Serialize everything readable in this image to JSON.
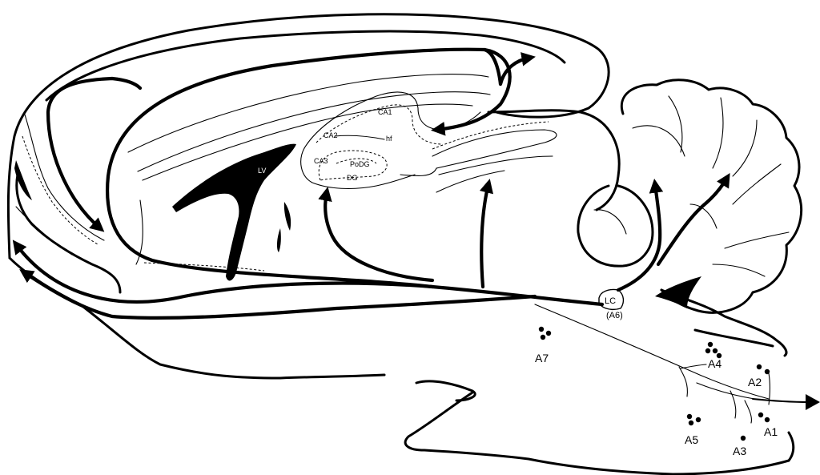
{
  "hippocampus_labels": {
    "ca1": "CA1",
    "ca2": "CA2",
    "ca3": "CA3",
    "hf": "hf",
    "podg": "PoDG",
    "dg": "DG",
    "lv": "LV"
  },
  "locus_coeruleus": {
    "lc": "LC",
    "a6": "(A6)"
  },
  "cell_groups": {
    "a7": "A7",
    "a4": "A4",
    "a2": "A2",
    "a5": "A5",
    "a1": "A1",
    "a3": "A3"
  }
}
